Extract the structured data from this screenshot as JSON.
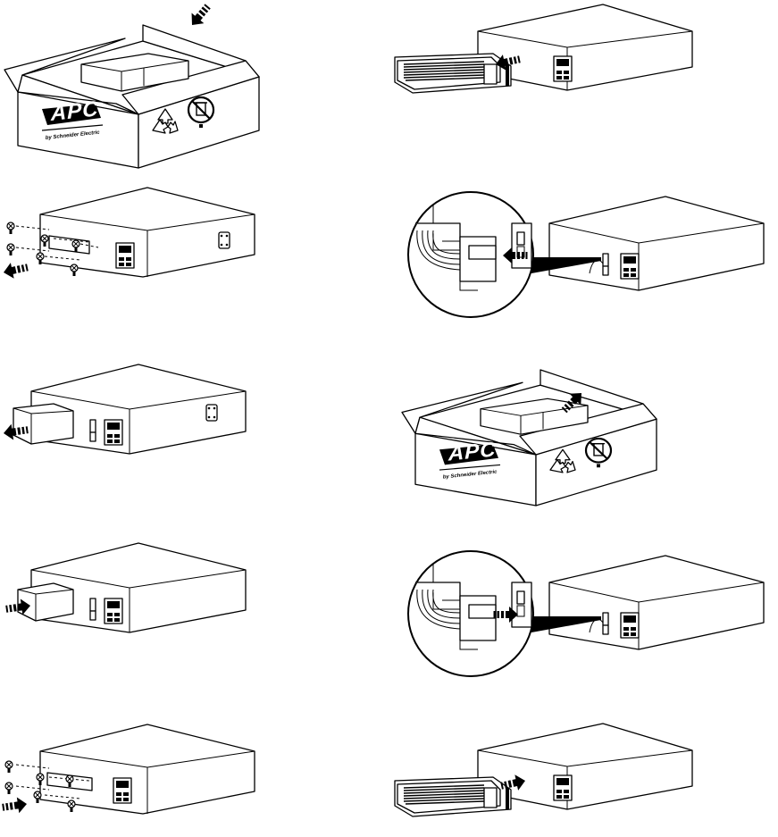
{
  "figure": {
    "title": "",
    "steps": [
      {
        "id": "unpack-replacement-battery",
        "label": ""
      },
      {
        "id": "remove-front-bezel",
        "label": ""
      },
      {
        "id": "remove-battery-bracket-screws",
        "label": ""
      },
      {
        "id": "disconnect-battery-connector",
        "label": ""
      },
      {
        "id": "pull-out-old-battery",
        "label": ""
      },
      {
        "id": "pack-old-battery-for-recycling",
        "label": ""
      },
      {
        "id": "insert-new-battery",
        "label": ""
      },
      {
        "id": "connect-battery-connector",
        "label": ""
      },
      {
        "id": "reinstall-battery-bracket-screws",
        "label": ""
      },
      {
        "id": "reattach-front-bezel",
        "label": ""
      }
    ]
  },
  "box_branding": {
    "logo_text": "APC",
    "logo_trademark": "®",
    "logo_subtext": "by Schneider Electric",
    "recycle_symbol": "recycle-icon",
    "disposal_symbol": "no-trash-bin-icon"
  },
  "colors": {
    "line": "#000000",
    "fill": "#ffffff"
  }
}
